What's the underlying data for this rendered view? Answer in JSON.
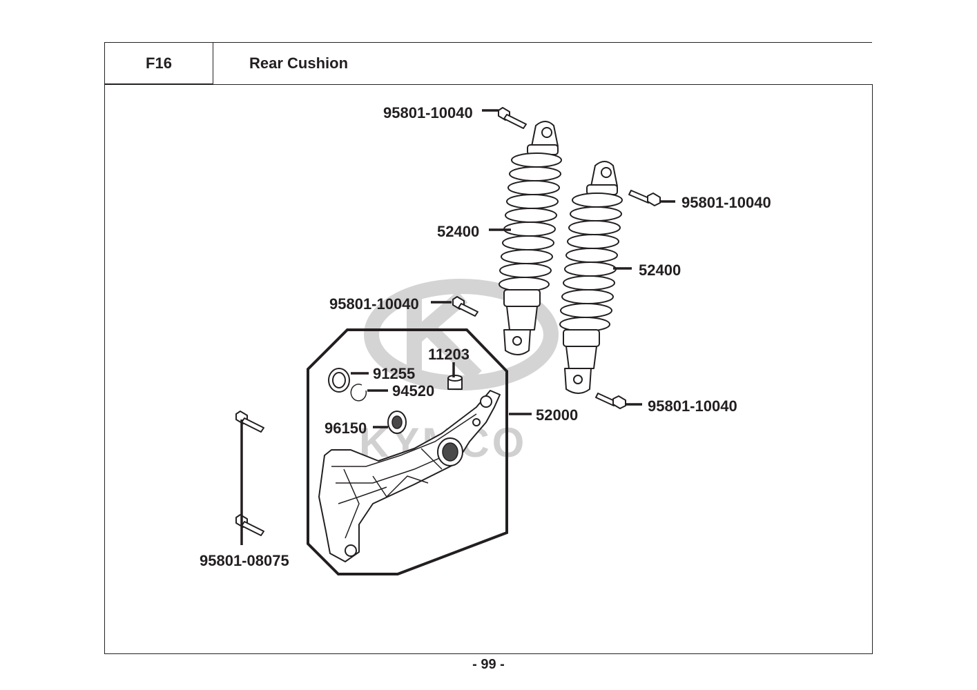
{
  "header": {
    "code": "F16",
    "title": "Rear Cushion"
  },
  "watermark": "KYMCO",
  "labels": {
    "bolt_top_left": "95801-10040",
    "bolt_top_right": "95801-10040",
    "cushion_left": "52400",
    "cushion_right": "52400",
    "bolt_mid_left": "95801-10040",
    "bolt_lower_right": "95801-10040",
    "collar": "11203",
    "oil_seal": "91255",
    "circlip": "94520",
    "bearing": "96150",
    "bracket": "52000",
    "bolt_bracket": "95801-08075"
  },
  "footer": {
    "page": "- 99 -"
  }
}
